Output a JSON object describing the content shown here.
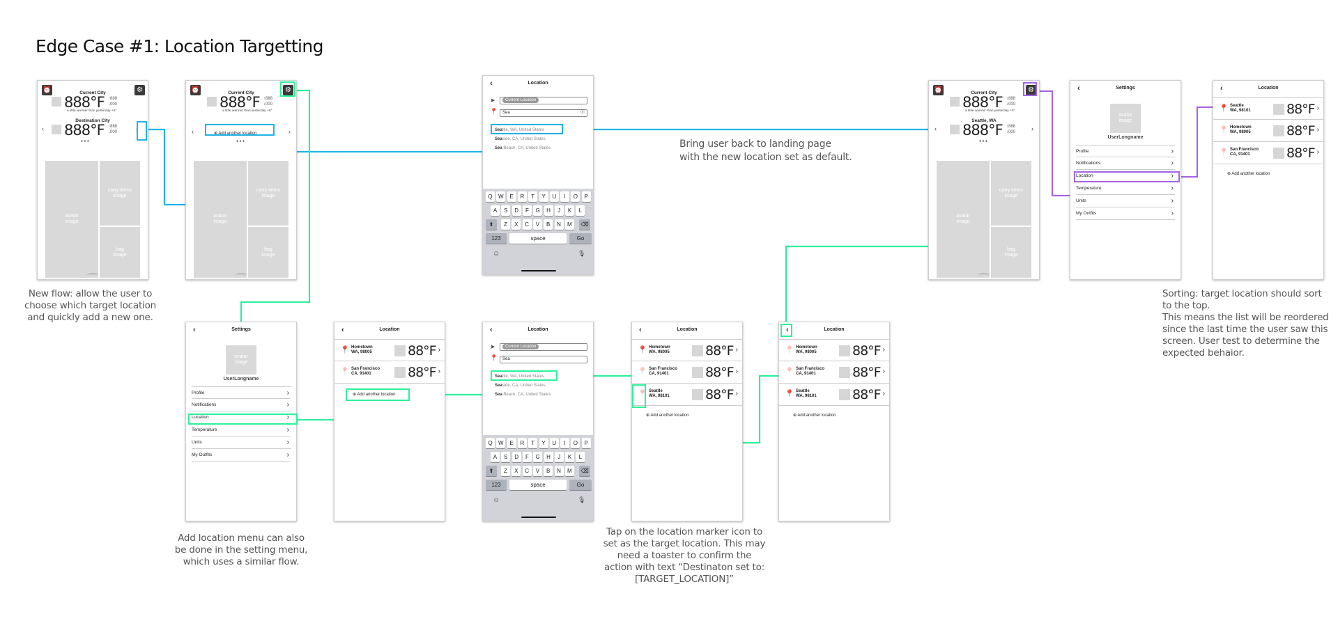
{
  "title": "Edge Case #1: Location Targetting",
  "annotations": {
    "new_flow": "New flow: allow the user to\nchoose which target location\nand quickly add a new one.",
    "bring_back": "Bring user back to landing page\nwith the new location set as default.",
    "sorting": "Sorting: target location should sort\nto the top.\nThis means the list will be reordered\nsince the last time the user saw this\nscreen. User test to determine the\nexpected behaior.",
    "settings_menu": "Add location menu can also\nbe done in the setting menu,\nwhich uses a similar flow.",
    "tap_marker": "Tap on the location marker icon to\nset as the target location. This may\nneed a toaster to confirm the\naction with text “Destinaton set to:\n[TARGET_LOCATION]”"
  },
  "colors": {
    "blue": "#1fb3e8",
    "green": "#2ef09a",
    "purple": "#a763e8"
  },
  "home": {
    "current_city": "Current City",
    "destination_city": "Destination City",
    "seattle_city": "Seattle, WA",
    "temp": "888°F",
    "high": "↑888",
    "low": "↓000",
    "subtext": "a little warmer than yesterday +6°",
    "add_location": "Add another location",
    "avatar": "avatar\nimage",
    "carry": "carry items\nimage",
    "bag": "bag\nimage"
  },
  "settings": {
    "title": "Settings",
    "avatar": "avatar\nimage",
    "username": "UserLongname",
    "items": [
      "Profile",
      "Notifications",
      "Location",
      "Temperature",
      "Units",
      "My Outfits"
    ]
  },
  "location": {
    "title": "Location",
    "temp": "88°F",
    "add": "Add another location",
    "hometown": "Hometown\nWA, 98005",
    "sanfran": "San Francisco\nCA, 91401",
    "seattle": "Seattle\nWA, 98101"
  },
  "search": {
    "title": "Location",
    "current": "Current Location",
    "query": "Sea",
    "sugg1_bold": "Sea",
    "sugg1_rest": "ttle, WA, United States",
    "sugg2_bold": "Sea",
    "sugg2_rest": "side, CA, United States",
    "sugg3_bold": "Sea",
    "sugg3_rest": " Beach, CA, United States",
    "space": "space",
    "num": "123",
    "go": "Go",
    "row1": [
      "Q",
      "W",
      "E",
      "R",
      "T",
      "Y",
      "U",
      "I",
      "O",
      "P"
    ],
    "row2": [
      "A",
      "S",
      "D",
      "F",
      "G",
      "H",
      "J",
      "K",
      "L"
    ],
    "row3": [
      "Z",
      "X",
      "C",
      "V",
      "B",
      "N",
      "M"
    ]
  }
}
